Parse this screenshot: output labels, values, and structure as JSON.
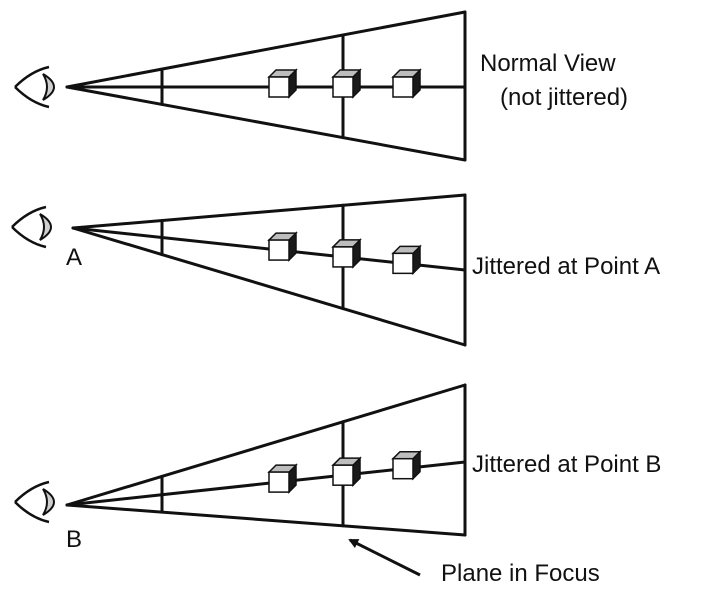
{
  "panels": [
    {
      "id": "normal",
      "label_lines": [
        "Normal View",
        "(not jittered)"
      ],
      "point_label": ""
    },
    {
      "id": "point-a",
      "label_lines": [
        "Jittered at Point A"
      ],
      "point_label": "A"
    },
    {
      "id": "point-b",
      "label_lines": [
        "Jittered at Point B"
      ],
      "point_label": "B"
    }
  ],
  "focus_label": "Plane in Focus",
  "colors": {
    "line": "#111111",
    "cube_front": "#ffffff",
    "cube_top": "#bdbdbd",
    "cube_side": "#1a1a1a",
    "eye_fill": "#cfcfcf"
  }
}
